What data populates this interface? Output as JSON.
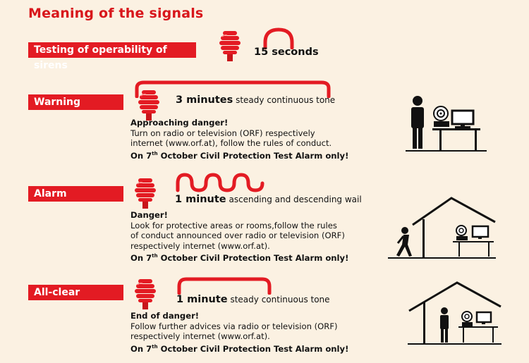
{
  "title": "Meaning of the signals",
  "test": {
    "label": "Testing of operability of sirens",
    "duration": "15 seconds"
  },
  "signals": [
    {
      "label": "Warning",
      "duration_value": "3 minutes",
      "duration_desc": "steady continuous tone",
      "headline": "Approaching danger!",
      "lines": [
        "Turn on radio or television (ORF) respectively",
        "internet (www.orf.at), follow the rules of conduct."
      ],
      "note_pre": "On 7",
      "note_sup": "th",
      "note_post": " October Civil Protection Test Alarm only!"
    },
    {
      "label": "Alarm",
      "duration_value": "1 minute",
      "duration_desc": "ascending and descending wail",
      "headline": "Danger!",
      "lines": [
        "Look for protective areas or rooms,follow the rules",
        "of conduct announced over radio or television (ORF)",
        "respectively internet (www.orf.at)."
      ],
      "note_pre": "On 7",
      "note_sup": "th",
      "note_post": " October Civil Protection Test Alarm only!"
    },
    {
      "label": "All-clear",
      "duration_value": "1 minute",
      "duration_desc": "steady continuous tone",
      "headline": "End of danger!",
      "lines": [
        "Follow further advices via radio or television (ORF)",
        "respectively internet (www.orf.at)."
      ],
      "note_pre": "On 7",
      "note_sup": "th",
      "note_post": " October Civil Protection Test Alarm only!"
    }
  ],
  "colors": {
    "red": "#e31b23",
    "title_red": "#d8161b",
    "background": "#fbf1e2",
    "ink": "#111111"
  },
  "icons": [
    "siren-icon",
    "sound-arc-icon",
    "wave-icon",
    "person-at-desk-icon",
    "person-walking-into-house-icon",
    "person-in-house-icon"
  ]
}
